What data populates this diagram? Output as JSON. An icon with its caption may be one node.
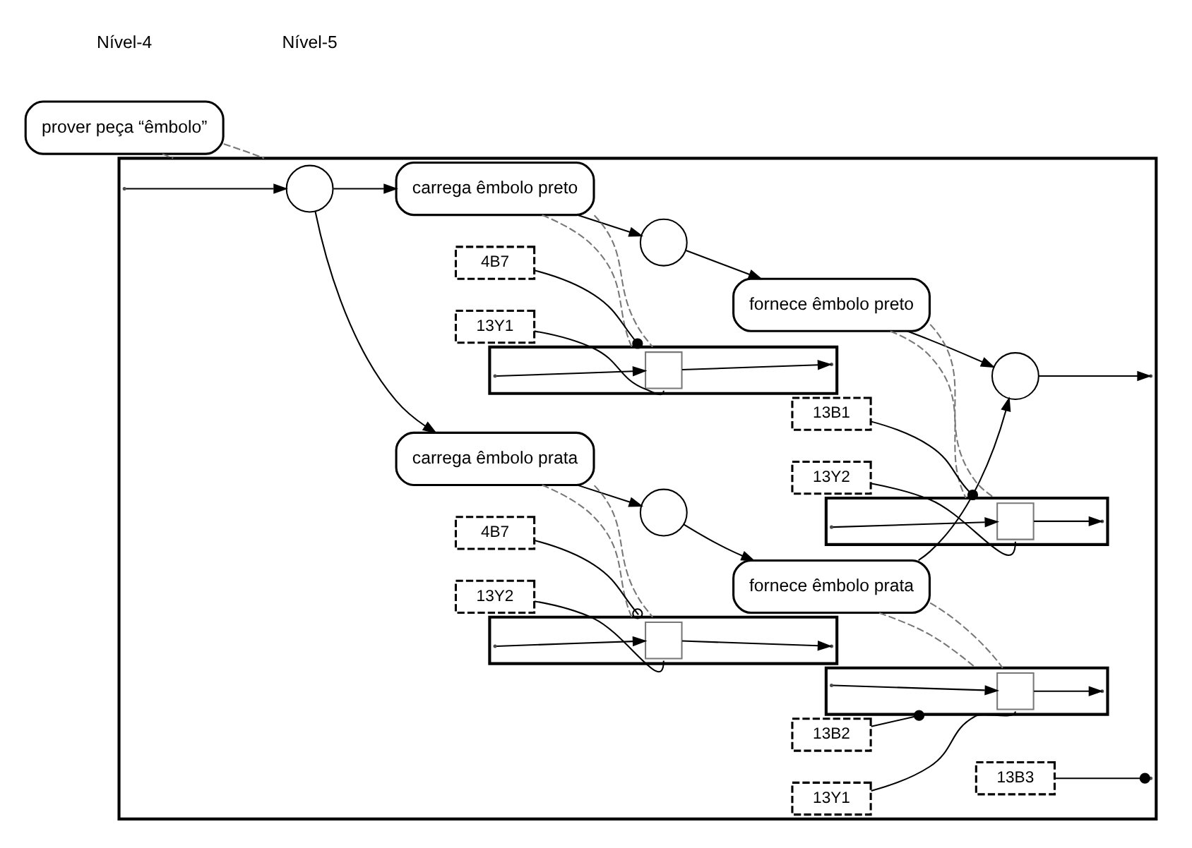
{
  "diagram": {
    "nodes": [
      {
        "text": [
          "prover peça “êmbolo”"
        ]
      },
      {
        "text": [],
        "shape": "box"
      },
      {
        "text": [],
        "shape": "circle",
        "in": 1
      },
      {
        "text": [
          "carrega êmbolo preto"
        ],
        "in": 1
      },
      {
        "text": [],
        "shape": "circle",
        "in": 1
      },
      {
        "text": [
          "fornece êmbolo preto"
        ],
        "in": 1
      },
      {
        "text": [],
        "shape": "circle",
        "in": 1
      },
      {
        "text": [
          "carrega êmbolo prata"
        ],
        "in": 1
      },
      {
        "text": [],
        "shape": "circle",
        "in": 1
      },
      {
        "text": [
          "fornece êmbolo prata"
        ],
        "in": 1
      },
      {
        "text": [],
        "shape": "box",
        "in": 1
      },
      {
        "text": [],
        "shape": "box",
        "in": 10
      },
      {
        "text": [
          "4B7"
        ],
        "in": 1
      },
      {
        "text": [
          "13Y1"
        ],
        "in": 1
      },
      {
        "text": [],
        "shape": "box",
        "in": 1
      },
      {
        "text": [],
        "shape": "box",
        "in": 14
      },
      {
        "text": [
          "13B1"
        ],
        "in": 1
      },
      {
        "text": [
          "13Y2"
        ],
        "in": 1
      },
      {
        "text": [],
        "shape": "box",
        "in": 1
      },
      {
        "text": [],
        "shape": "box",
        "in": 18
      },
      {
        "text": [
          "4B7"
        ],
        "in": 1
      },
      {
        "text": [
          "13Y2"
        ],
        "in": 1
      },
      {
        "text": [],
        "shape": "box",
        "in": 1
      },
      {
        "text": [],
        "shape": "box",
        "in": 22
      },
      {
        "text": [
          "13B2"
        ],
        "in": 1
      },
      {
        "text": [
          "13Y1"
        ],
        "in": 1
      },
      {
        "text": [
          "13B3"
        ],
        "in": 1
      }
    ],
    "edges": [
      {
        "from": 0,
        "to": 1,
        "arrow": "none",
        "style": "dashed",
        "color": "#777777"
      },
      {
        "from": 0,
        "to": 1,
        "arrow": "none",
        "style": "dashed",
        "color": "#777777"
      },
      {
        "from": 1,
        "to": 2,
        "arrow": "to"
      },
      {
        "from": 2,
        "to": 3,
        "arrow": "to"
      },
      {
        "from": 2,
        "to": 7,
        "arrow": "to"
      },
      {
        "from": 3,
        "to": 4,
        "arrow": "to"
      },
      {
        "from": 4,
        "to": 5,
        "arrow": "to"
      },
      {
        "from": 5,
        "to": 6,
        "arrow": "to"
      },
      {
        "from": 7,
        "to": 8,
        "arrow": "to"
      },
      {
        "from": 8,
        "to": 9,
        "arrow": "to"
      },
      {
        "from": 9,
        "to": 6,
        "arrow": "to"
      },
      {
        "from": 6,
        "to": 1,
        "arrow": "to"
      },
      {
        "from": 3,
        "to": 10,
        "arrow": "none",
        "style": "dashed",
        "color": "#777777"
      },
      {
        "from": 3,
        "to": 10,
        "arrow": "none",
        "style": "dashed",
        "color": "#777777"
      },
      {
        "from": 12,
        "to": 10,
        "arrow": "other"
      },
      {
        "from": 10,
        "to": 11,
        "arrow": "to"
      },
      {
        "from": 11,
        "to": 10,
        "arrow": "to"
      },
      {
        "from": 13,
        "to": 11,
        "arrow": "none"
      },
      {
        "from": 5,
        "to": 14,
        "arrow": "none",
        "style": "dashed",
        "color": "#777777"
      },
      {
        "from": 5,
        "to": 14,
        "arrow": "none",
        "style": "dashed",
        "color": "#777777"
      },
      {
        "from": 16,
        "to": 14,
        "arrow": "other"
      },
      {
        "from": 14,
        "to": 15,
        "arrow": "to"
      },
      {
        "from": 15,
        "to": 14,
        "arrow": "to"
      },
      {
        "from": 17,
        "to": 15,
        "arrow": "none"
      },
      {
        "from": 7,
        "to": 18,
        "arrow": "none",
        "style": "dashed",
        "color": "#777777"
      },
      {
        "from": 7,
        "to": 18,
        "arrow": "none",
        "style": "dashed",
        "color": "#777777"
      },
      {
        "from": 20,
        "to": 18,
        "arrow": "other"
      },
      {
        "from": 18,
        "to": 19,
        "arrow": "to"
      },
      {
        "from": 19,
        "to": 18,
        "arrow": "to"
      },
      {
        "from": 21,
        "to": 19,
        "arrow": "none"
      },
      {
        "from": 9,
        "to": 22,
        "arrow": "none",
        "style": "dashed",
        "color": "#777777"
      },
      {
        "from": 9,
        "to": 22,
        "arrow": "none",
        "style": "dashed",
        "color": "#777777"
      },
      {
        "from": 24,
        "to": 22,
        "arrow": "other"
      },
      {
        "from": 22,
        "to": 23,
        "arrow": "to"
      },
      {
        "from": 23,
        "to": 22,
        "arrow": "to"
      },
      {
        "from": 25,
        "to": 23,
        "arrow": "none"
      },
      {
        "from": 26,
        "to": 1,
        "arrow": "other"
      }
    ],
    "labels": [
      "Nível-4",
      "Nível-5"
    ]
  }
}
